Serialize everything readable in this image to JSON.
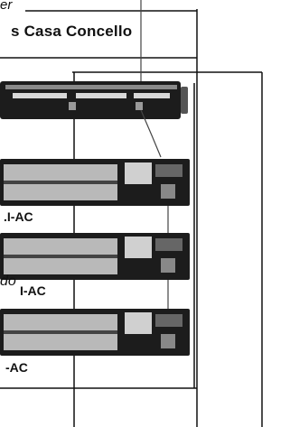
{
  "labels": {
    "top_fragment": "er",
    "rack_title": "s Casa Concello",
    "switch_1_model": ".I-AC",
    "side_fragment": "do",
    "switch_2_model": "I-AC",
    "switch_3_model": "-AC"
  },
  "colors": {
    "line": "#111111",
    "panel_dark": "#1c1c1c",
    "port": "#b9b9b9",
    "module": "#d0d0d0",
    "cable": "#444444"
  }
}
